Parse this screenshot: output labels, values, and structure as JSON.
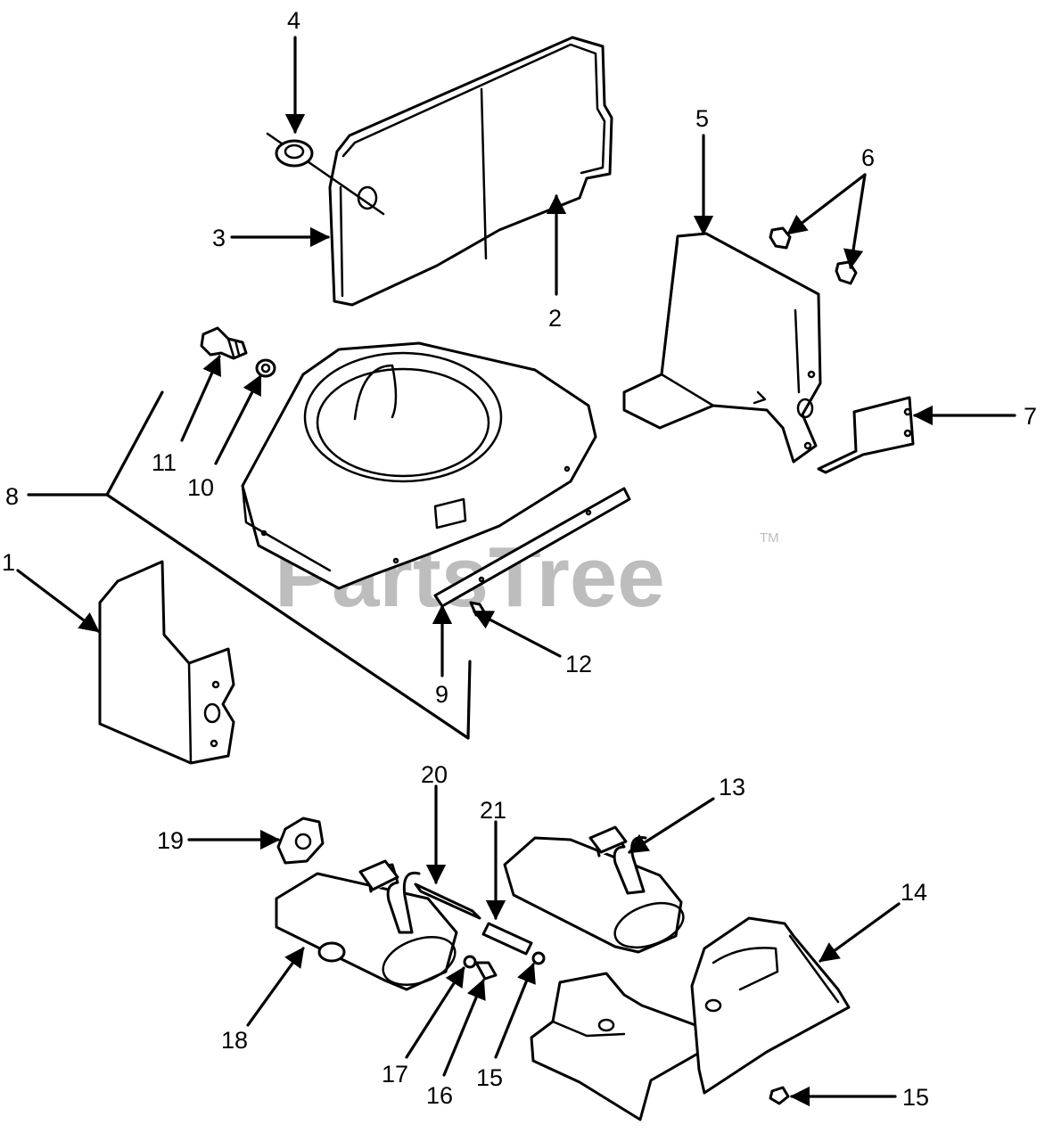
{
  "watermark": {
    "text": "PartsTree",
    "trademark": "TM",
    "color": "#bdbdbd"
  },
  "callouts": {
    "c1": "1",
    "c2": "2",
    "c3": "3",
    "c4": "4",
    "c5": "5",
    "c6": "6",
    "c7": "7",
    "c8": "8",
    "c9": "9",
    "c10": "10",
    "c11": "11",
    "c12": "12",
    "c13": "13",
    "c14": "14",
    "c15a": "15",
    "c15b": "15",
    "c16": "16",
    "c17": "17",
    "c18": "18",
    "c19": "19",
    "c20": "20",
    "c21": "21"
  },
  "colors": {
    "line": "#000000",
    "background": "#ffffff"
  }
}
